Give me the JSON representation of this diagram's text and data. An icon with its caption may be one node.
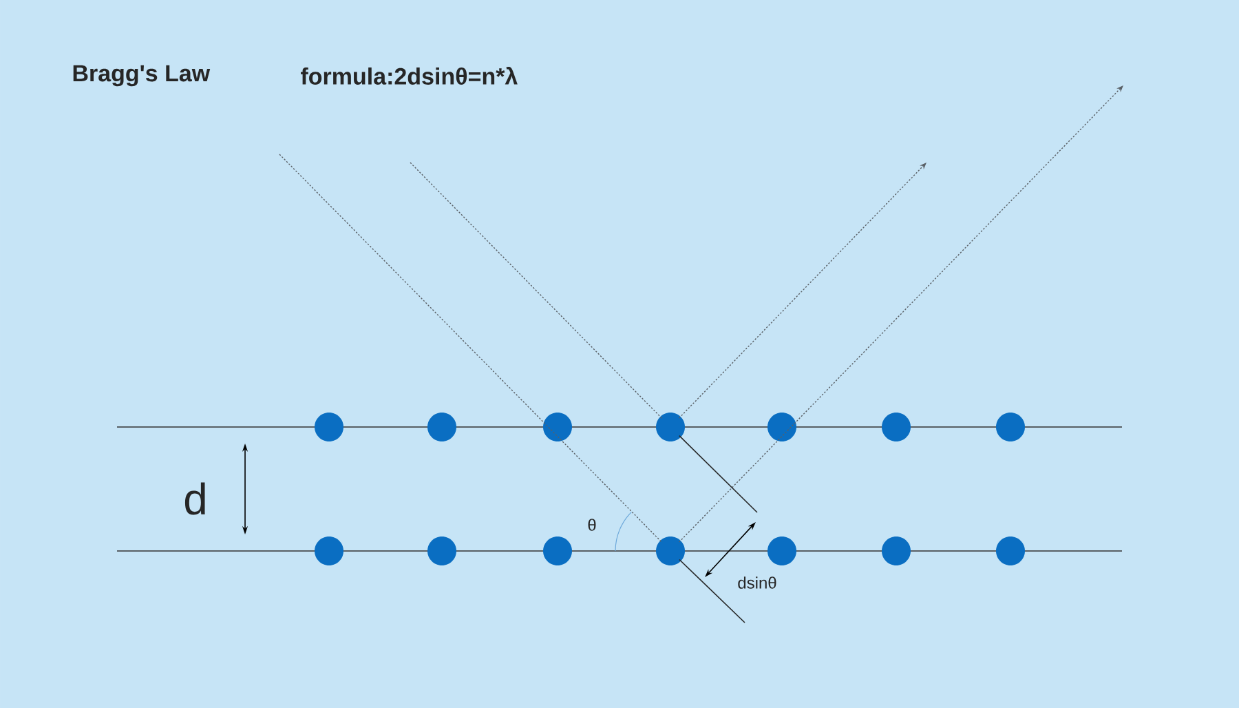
{
  "diagram": {
    "title": "Bragg's Law",
    "nodes": [
      {
        "text": [],
        "shape": "circle"
      },
      {
        "text": [],
        "shape": "circle"
      },
      {
        "text": [],
        "shape": "circle"
      },
      {
        "text": [],
        "shape": "circle"
      },
      {
        "text": [],
        "shape": "circle"
      },
      {
        "text": [],
        "shape": "circle"
      },
      {
        "text": [],
        "shape": "circle"
      },
      {
        "text": [],
        "shape": "circle"
      },
      {
        "text": [],
        "shape": "circle"
      },
      {
        "text": [],
        "shape": "circle"
      },
      {
        "text": [],
        "shape": "circle"
      },
      {
        "text": [],
        "shape": "circle"
      },
      {
        "text": [],
        "shape": "circle"
      },
      {
        "text": [],
        "shape": "circle"
      }
    ],
    "edges": [
      {
        "from": null,
        "to": 3,
        "arrow": "none",
        "style": "dashed"
      },
      {
        "from": null,
        "to": 10,
        "arrow": "none",
        "style": "dashed"
      },
      {
        "from": 3,
        "to": null,
        "arrow": "to",
        "style": "dashed"
      },
      {
        "from": 10,
        "to": null,
        "arrow": "to",
        "style": "dashed"
      },
      {
        "from": 3,
        "to": null,
        "arrow": "none"
      },
      {
        "from": 10,
        "to": null,
        "arrow": "none"
      }
    ],
    "labels": [
      "formula:2dsinθ=n*λ",
      "d",
      "θ",
      "dsinθ"
    ]
  }
}
